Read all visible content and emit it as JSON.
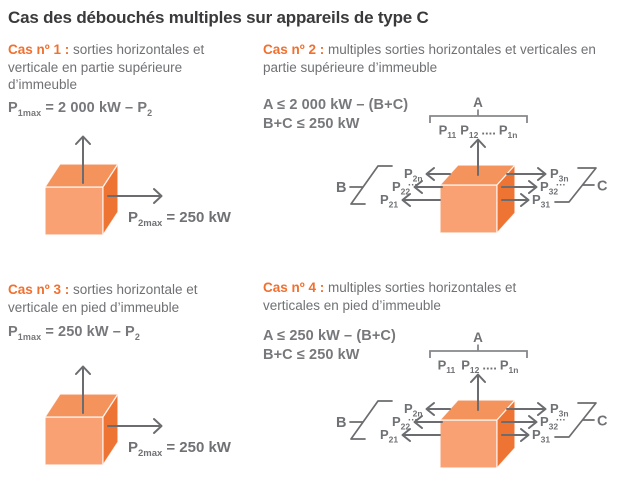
{
  "title": "Cas des débouchés multiples sur appareils de type C",
  "palette": {
    "accent_orange": "#f1702f",
    "body_gray": "#6f7174",
    "formula_gray": "#77787b",
    "line_gray": "#6b6c6f",
    "bracket_gray": "#85878a",
    "title_color": "#3a3a3c",
    "cube_top": "#f5935c",
    "cube_front": "#f9a173",
    "cube_side": "#ee7434"
  },
  "cases": {
    "c1": {
      "label": "Cas nº 1 :",
      "desc": "sorties horizontales et verticale en partie supérieure d’immeuble",
      "formula": {
        "p": "P",
        "sub1": "1max",
        "mid": "= 2 000 kW – P",
        "sub2": "2"
      },
      "diagram": {
        "p": "P",
        "sub": "2max",
        "eq": "= 250 kW"
      }
    },
    "c2": {
      "label": "Cas nº 2 :",
      "desc": "multiples sorties horizontales et verticales en partie supérieure d’immeuble",
      "formulas": [
        "A ≤ 2 000 kW – (B+C)",
        "B+C ≤ 250 kW"
      ],
      "diagram": {
        "a": "A",
        "b": "B",
        "c": "C",
        "dots_v": "...",
        "p_row": {
          "p1": "P",
          "s1": "11",
          "p2": "P",
          "s2": "12",
          "dots": "....",
          "p3": "P",
          "s3": "1n"
        },
        "left": [
          {
            "base": "P",
            "sub": "2n"
          },
          {
            "base": "P",
            "sub": "22"
          },
          {
            "base": "P",
            "sub": "21"
          }
        ],
        "right": [
          {
            "base": "P",
            "sub": "3n"
          },
          {
            "base": "P",
            "sub": "32"
          },
          {
            "base": "P",
            "sub": "31"
          }
        ]
      }
    },
    "c3": {
      "label": "Cas nº 3 :",
      "desc": "sorties horizontale et verticale en pied d’immeuble",
      "formula": {
        "p": "P",
        "sub1": "1max",
        "mid": "= 250 kW – P",
        "sub2": "2"
      },
      "diagram": {
        "p": "P",
        "sub": "2max",
        "eq": "= 250 kW"
      }
    },
    "c4": {
      "label": "Cas nº 4 :",
      "desc": "multiples sorties horizontales et verticales en pied d’immeuble",
      "formulas": [
        "A ≤ 250 kW – (B+C)",
        "B+C ≤ 250 kW"
      ],
      "diagram": {
        "a": "A",
        "b": "B",
        "c": "C",
        "dots_v": "...",
        "p_row": {
          "p1": "P",
          "s1": "11",
          "p2": "P",
          "s2": "12",
          "dots": "....",
          "p3": "P",
          "s3": "1n"
        },
        "left": [
          {
            "base": "P",
            "sub": "2n"
          },
          {
            "base": "P",
            "sub": "22"
          },
          {
            "base": "P",
            "sub": "21"
          }
        ],
        "right": [
          {
            "base": "P",
            "sub": "3n"
          },
          {
            "base": "P",
            "sub": "32"
          },
          {
            "base": "P",
            "sub": "31"
          }
        ]
      }
    }
  }
}
